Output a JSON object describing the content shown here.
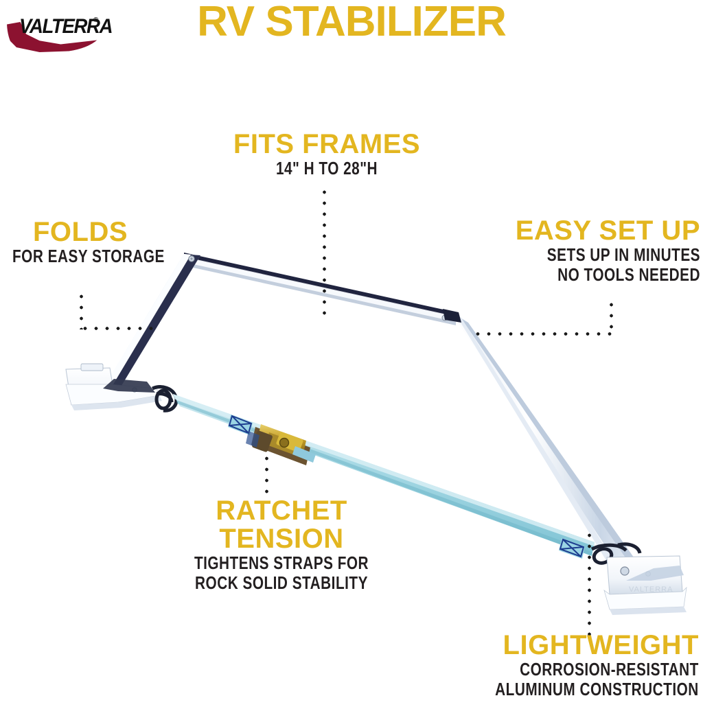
{
  "brand": {
    "logo_text": "VALTERRA",
    "registered_mark": "®",
    "swoosh_color": "#8C1230",
    "wordmark_color": "#111111"
  },
  "header": {
    "title": "RV STABILIZER",
    "title_color": "#E3B620"
  },
  "theme": {
    "accent_gold": "#E3B620",
    "body_black": "#231F20",
    "background": "#FFFFFF",
    "strap_blue": "#A9DCE6",
    "ratchet_gold": "#C9A227",
    "aluminum": "#EDF1F6"
  },
  "callouts": [
    {
      "id": "folds",
      "heading": "FOLDS",
      "lines": [
        "FOR EASY STORAGE"
      ]
    },
    {
      "id": "fits-frames",
      "heading": "FITS FRAMES",
      "lines": [
        "14\" H TO 28\"H"
      ]
    },
    {
      "id": "easy-set-up",
      "heading": "EASY SET UP",
      "lines": [
        "SETS UP IN MINUTES",
        "NO TOOLS NEEDED"
      ]
    },
    {
      "id": "ratchet-tension",
      "heading_line1": "RATCHET",
      "heading_line2": "TENSION",
      "lines": [
        "TIGHTENS STRAPS FOR",
        "ROCK SOLID STABILITY"
      ]
    },
    {
      "id": "lightweight",
      "heading": "LIGHTWEIGHT",
      "lines": [
        "CORROSION-RESISTANT",
        "ALUMINUM CONSTRUCTION"
      ]
    }
  ],
  "product": {
    "name": "rv-stabilizer-bar",
    "parts": [
      "horizontal-top-bar",
      "left-diagonal-leg",
      "right-diagonal-leg",
      "left-foot-plate",
      "right-foot-plate",
      "tension-strap",
      "ratchet-mechanism",
      "left-strap-hook",
      "right-strap-hook"
    ]
  }
}
